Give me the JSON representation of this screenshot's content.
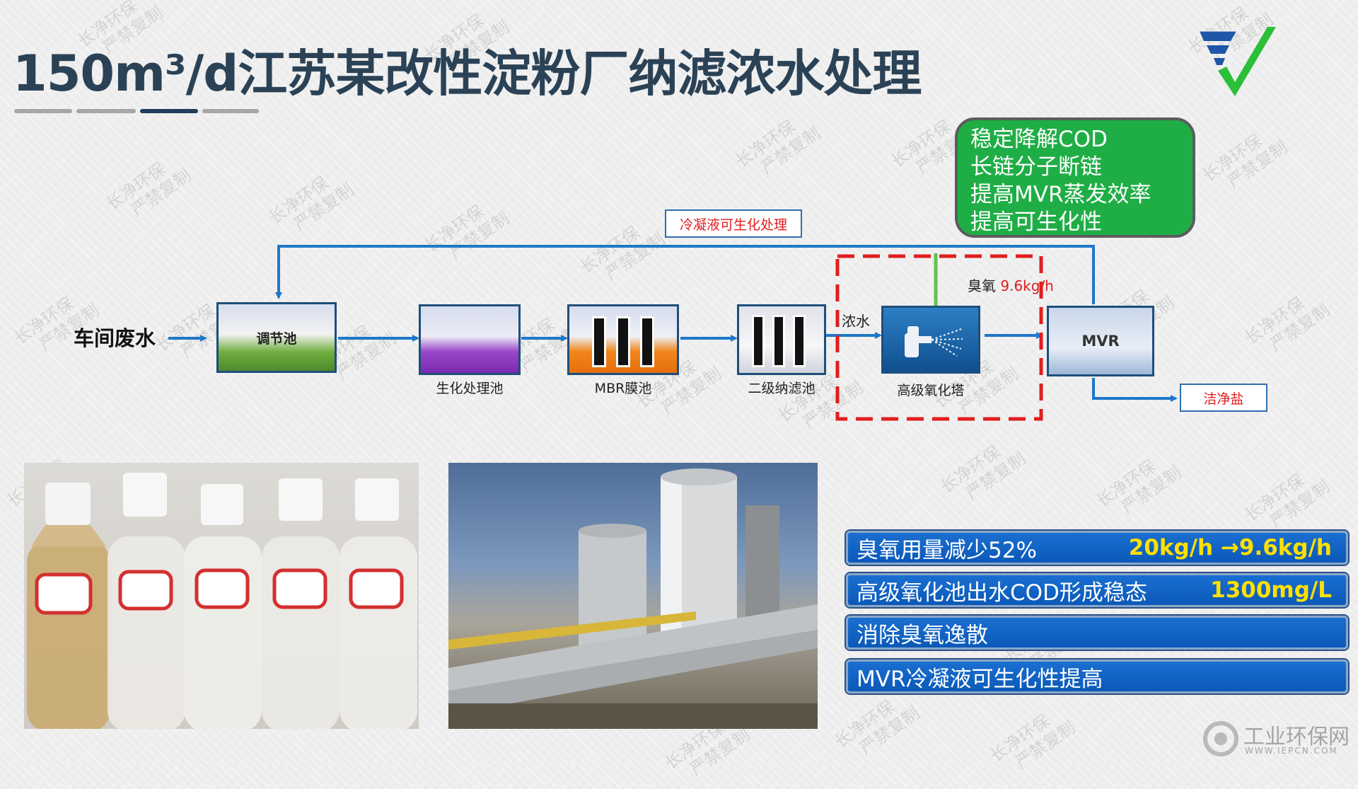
{
  "title": "150m³/d江苏某改性淀粉厂纳滤浓水处理",
  "flow": {
    "inlet_label": "车间废水",
    "recycle_label": "冷凝液可生化处理",
    "nodes": {
      "tiaojiechi": "调节池",
      "shenghua": "生化处理池",
      "mbr": "MBR膜池",
      "nanofiltration": "二级纳滤池",
      "oxidation": "高级氧化塔",
      "mvr": "MVR"
    },
    "concentrate_label": "浓水",
    "ozone_label": "臭氧",
    "ozone_value": "9.6kg/h",
    "output_label": "洁净盐"
  },
  "benefits": [
    "稳定降解COD",
    "长链分子断链",
    "提高MVR蒸发效率",
    "提高可生化性"
  ],
  "results": [
    {
      "label": "臭氧用量减少52%",
      "value": "20kg/h →9.6kg/h"
    },
    {
      "label": "高级氧化池出水COD形成稳态",
      "value": "1300mg/L"
    },
    {
      "label": "消除臭氧逸散",
      "value": ""
    },
    {
      "label": "MVR冷凝液可生化性提高",
      "value": ""
    }
  ],
  "watermark": {
    "line1": "长净环保",
    "line2": "严禁复制"
  },
  "site_logo": {
    "name": "工业环保网",
    "url": "WWW.IEPCN.COM"
  },
  "colors": {
    "title": "#2b4256",
    "flow_line": "#1f78c8",
    "highlight_red": "#e11d1d",
    "green": "#1fae46",
    "bar_blue": "#0b59b8",
    "bar_value": "#ffe000"
  }
}
